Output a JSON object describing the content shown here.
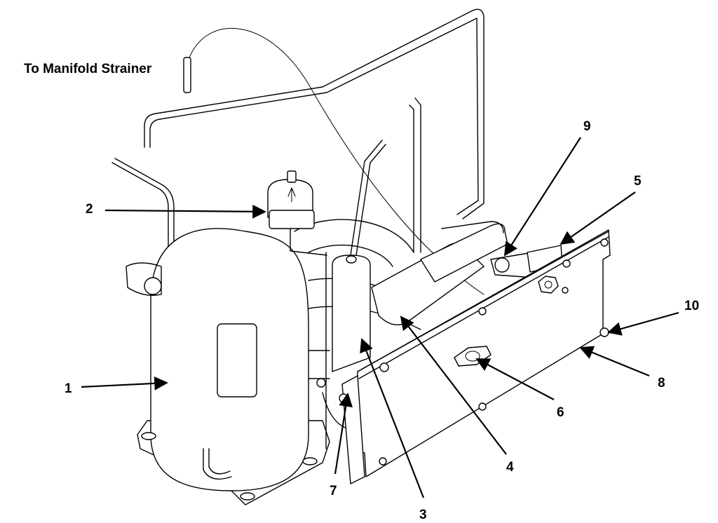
{
  "title_label": "To Manifold Strainer",
  "callouts": [
    {
      "id": "1",
      "text": "1"
    },
    {
      "id": "2",
      "text": "2"
    },
    {
      "id": "3",
      "text": "3"
    },
    {
      "id": "4",
      "text": "4"
    },
    {
      "id": "5",
      "text": "5"
    },
    {
      "id": "6",
      "text": "6"
    },
    {
      "id": "7",
      "text": "7"
    },
    {
      "id": "8",
      "text": "8"
    },
    {
      "id": "9",
      "text": "9"
    },
    {
      "id": "10",
      "text": "10"
    }
  ]
}
